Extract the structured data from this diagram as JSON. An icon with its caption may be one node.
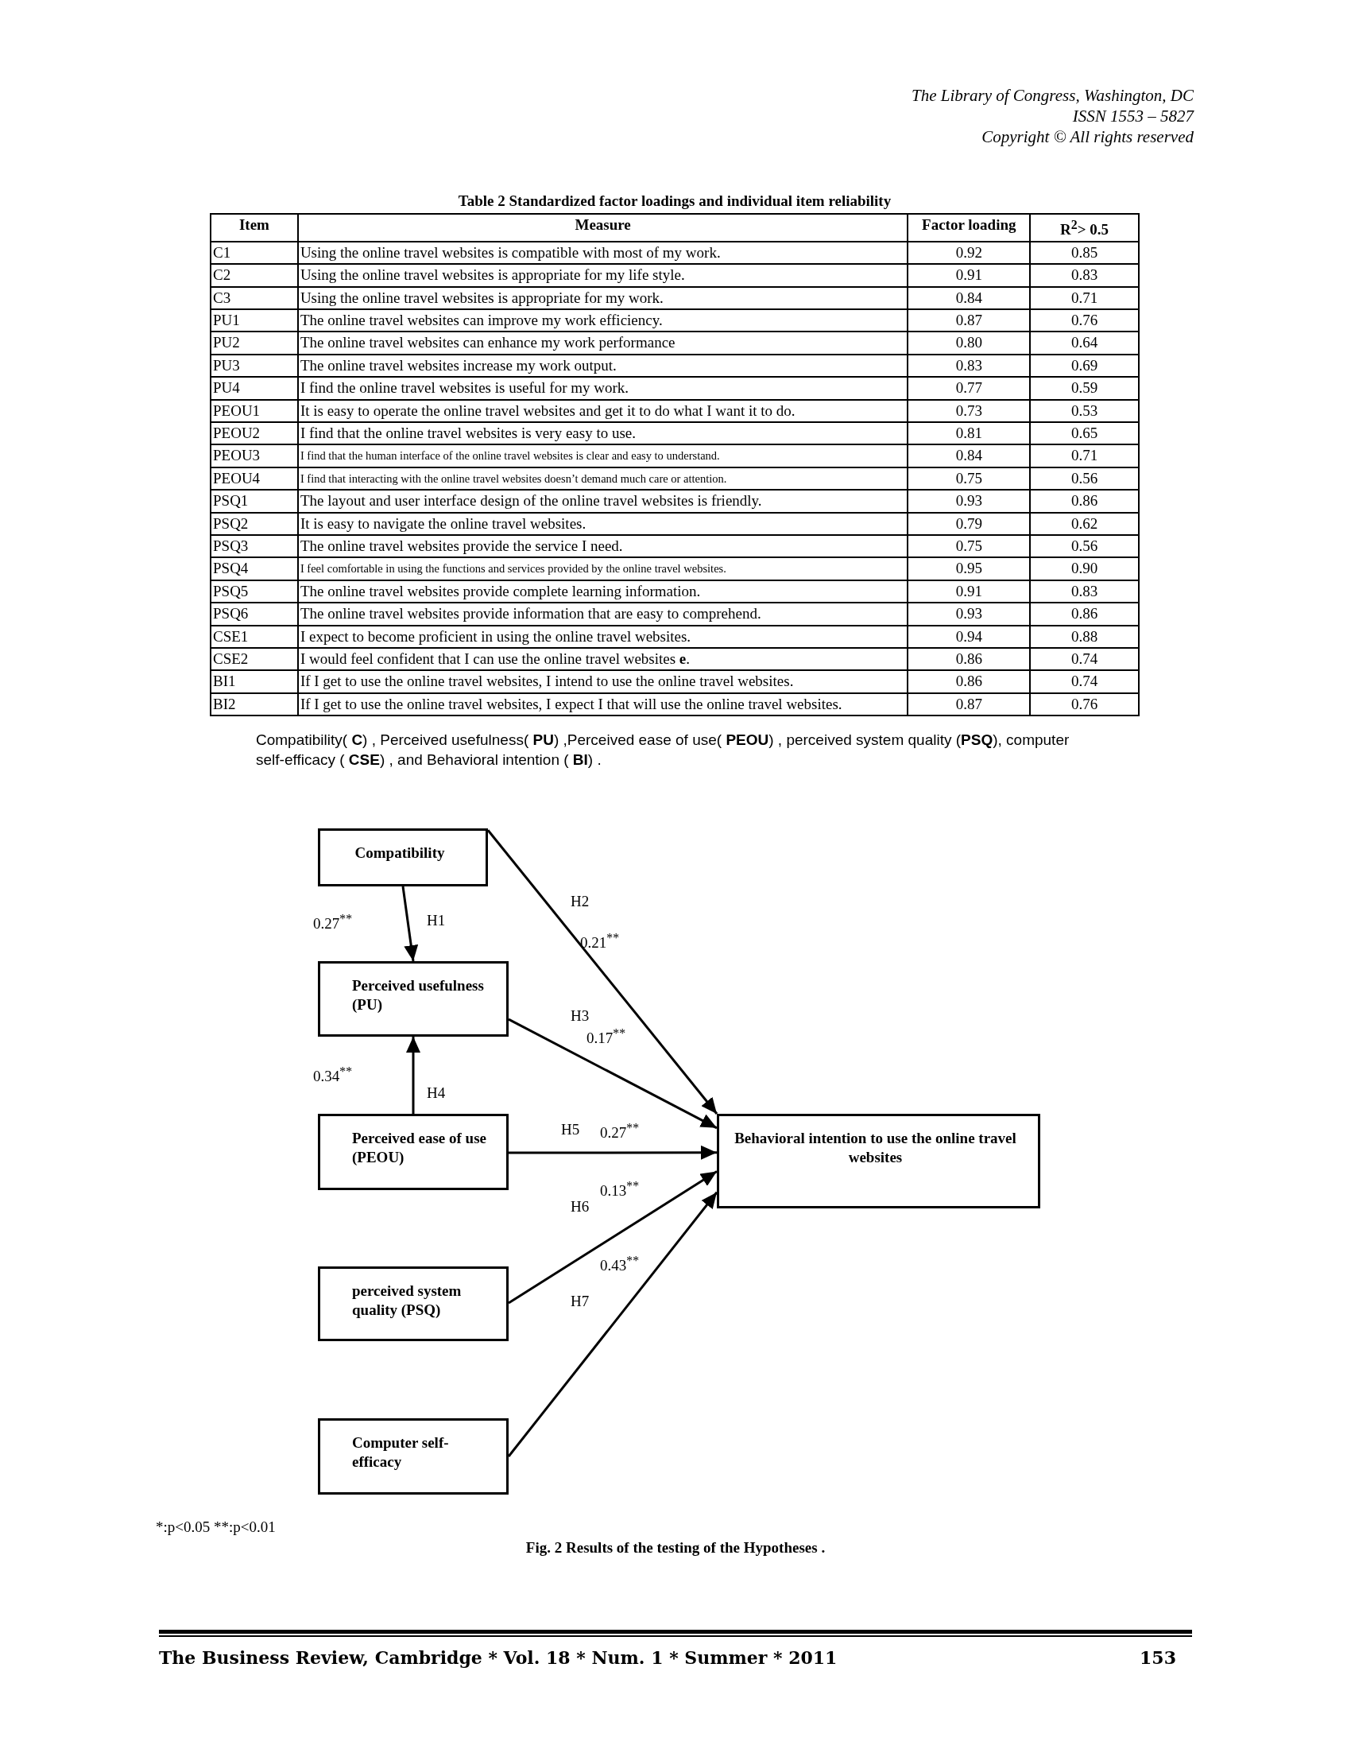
{
  "diagram": {
    "caption": "Fig. 2 Results of the testing of the Hypotheses .",
    "nodes": [
      {
        "text": [
          "Compatibility"
        ]
      },
      {
        "text": [
          "Perceived usefulness (PU)"
        ]
      },
      {
        "text": [
          "Perceived ease of use (PEOU)"
        ]
      },
      {
        "text": [
          "perceived system quality (PSQ)"
        ]
      },
      {
        "text": [
          "Computer self-efficacy"
        ]
      },
      {
        "text": [
          "Behavioral intention to use the online travel websites"
        ]
      }
    ],
    "edges": [
      {
        "from": 0,
        "to": 1,
        "arrow": "to",
        "label": "H1"
      },
      {
        "from": 0,
        "to": 5,
        "arrow": "to",
        "label": "H2"
      },
      {
        "from": 1,
        "to": 5,
        "arrow": "to",
        "label": "H3"
      },
      {
        "from": 2,
        "to": 1,
        "arrow": "to",
        "label": "H4"
      },
      {
        "from": 2,
        "to": 5,
        "arrow": "to",
        "label": "H5"
      },
      {
        "from": 3,
        "to": 5,
        "arrow": "to",
        "label": "H6"
      },
      {
        "from": 4,
        "to": 5,
        "arrow": "to",
        "label": "H7"
      }
    ],
    "labels": [
      "The Library of Congress, Washington, DC",
      "ISSN 1553 – 5827",
      "Copyright © All rights reserved",
      "Table 2  Standardized factor loadings and individual item reliability",
      "Item",
      "Measure",
      "Factor loading",
      "R$^{2}$> 0.5",
      "C1",
      "Using the online travel websites is compatible with most of my work.",
      "0.92",
      "0.85",
      "C2",
      "Using the online travel websites is appropriate for my life style.",
      "0.91",
      "0.83",
      "C3",
      "Using the online travel websites is appropriate for my work.",
      "0.84",
      "0.71",
      "PU1",
      "The online travel websites can improve my work efficiency.",
      "0.87",
      "0.76",
      "PU2",
      "The online travel websites can enhance my work performance",
      "0.80",
      "0.64",
      "PU3",
      "The online travel websites increase my work output.",
      "0.83",
      "0.69",
      "PU4",
      "I find the online travel websites is useful for my work.",
      "0.77",
      "0.59",
      "PEOU1",
      "It is easy to operate the online travel websites and get it to do what I want it to do.",
      "0.73",
      "0.53",
      "PEOU2",
      "I find that the online travel websites is very easy to use.",
      "0.81",
      "0.65",
      "PEOU3",
      "I find that the human interface of the online travel websites is clear and easy to understand.",
      "0.84",
      "0.71",
      "PEOU4",
      "I find that interacting with the online travel websites doesn’t demand much care or attention.",
      "0.75",
      "0.56",
      "PSQ1",
      "The layout and user interface design of the online travel websites is friendly.",
      "0.93",
      "0.86",
      "PSQ2",
      "It is easy to navigate the online travel websites.",
      "0.79",
      "0.62",
      "PSQ3",
      "The online travel websites provide the service I need.",
      "0.75",
      "0.56",
      "PSQ4",
      "I feel comfortable in using the functions and services provided by the online travel websites.",
      "0.95",
      "0.90",
      "PSQ5",
      "The online travel websites provide complete learning information.",
      "0.91",
      "0.83",
      "PSQ6",
      "The online travel websites provide information that are easy to comprehend.",
      "0.93",
      "0.86",
      "CSE1",
      "I expect to become proficient in using the online travel websites.",
      "0.94",
      "0.88",
      "CSE2",
      "I would feel confident that I can use the online travel websites **e**.",
      "0.86",
      "0.74",
      "BI1",
      "If I get to use the online travel websites, I intend to use the online travel websites.",
      "0.86",
      "0.74",
      "BI2",
      "If I get to use the online travel websites, I expect I that will use the online travel websites.",
      "0.87",
      "0.76",
      "Compatibility( **C**) , Perceived usefulness( **PU**) ,Perceived ease of use( **PEOU**) , perceived system quality (**PSQ**), computer self-efficacy ( **CSE**) , and Behavioral intention ( **BI**) .",
      "0.27$^{**}$",
      "0.21$^{**}$",
      "0.17$^{**}$",
      "0.34$^{**}$",
      "0.27$^{**}$",
      "0.13$^{**}$",
      "0.43$^{**}$",
      "*:p<0.05  **:p<0.01",
      "The Business Review, Cambridge  * Vol. 18  * Num. 1  * Summer  * 2011",
      "153"
    ]
  }
}
